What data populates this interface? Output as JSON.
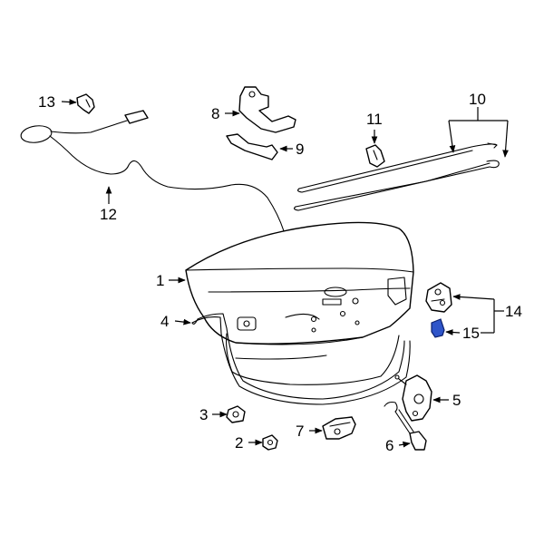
{
  "diagram": {
    "callouts": [
      {
        "id": "1",
        "label": "1"
      },
      {
        "id": "2",
        "label": "2"
      },
      {
        "id": "3",
        "label": "3"
      },
      {
        "id": "4",
        "label": "4"
      },
      {
        "id": "5",
        "label": "5"
      },
      {
        "id": "6",
        "label": "6"
      },
      {
        "id": "7",
        "label": "7"
      },
      {
        "id": "8",
        "label": "8"
      },
      {
        "id": "9",
        "label": "9"
      },
      {
        "id": "10",
        "label": "10"
      },
      {
        "id": "11",
        "label": "11"
      },
      {
        "id": "12",
        "label": "12"
      },
      {
        "id": "13",
        "label": "13"
      },
      {
        "id": "14",
        "label": "14"
      },
      {
        "id": "15",
        "label": "15"
      }
    ],
    "highlighted_part": "15",
    "highlight_color": "#2f55c9"
  }
}
